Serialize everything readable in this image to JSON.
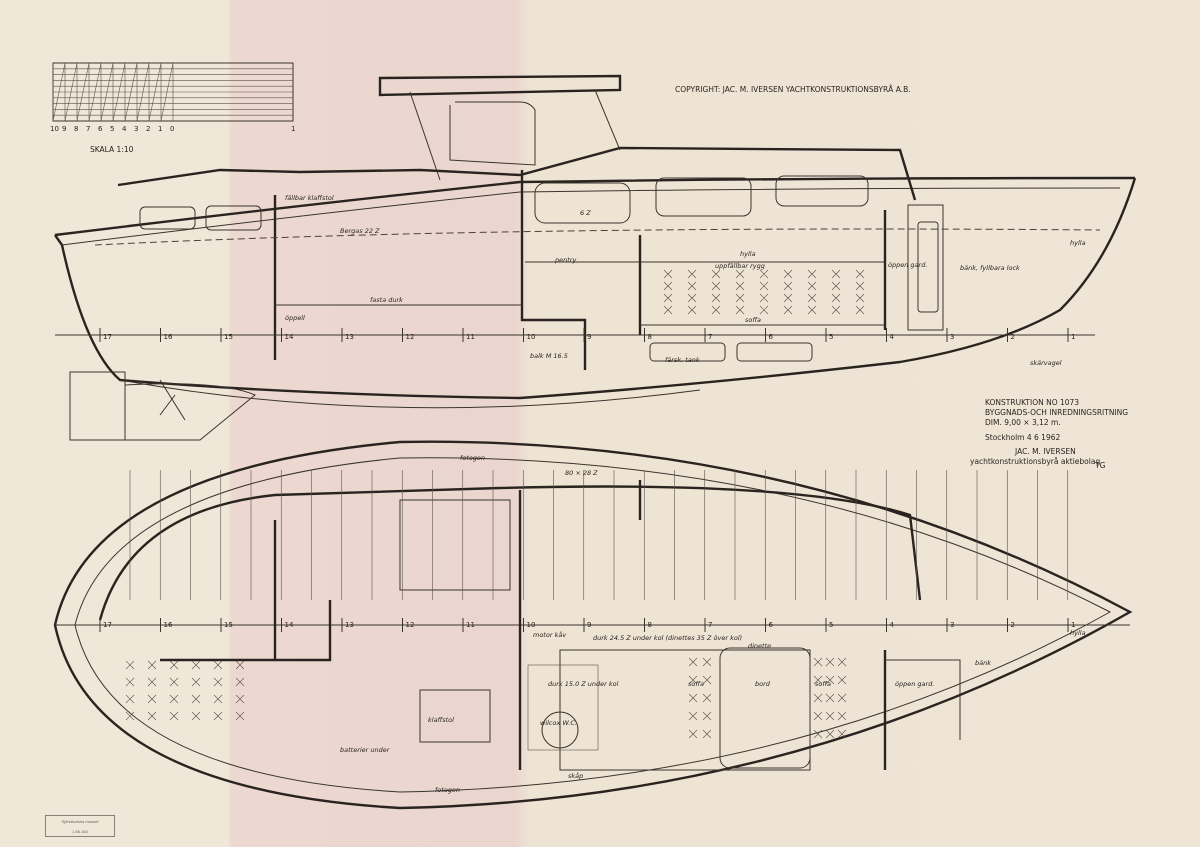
{
  "copyright": "COPYRIGHT: JAC. M. IVERSEN  YACHTKONSTRUKTIONSBYRÅ  A.B.",
  "scale": {
    "ticks": [
      "10",
      "9",
      "8",
      "7",
      "6",
      "5",
      "4",
      "3",
      "2",
      "1",
      "0"
    ],
    "end_tick": "1",
    "label": "SKALA   1:10"
  },
  "title_block": {
    "line1": "KONSTRUKTION NO  1073",
    "line2": "BYGGNADS-OCH  INREDNINGSRITNING",
    "line3": "DIM.  9,00 × 3,12  m.",
    "place_date": "Stockholm  4 6 1962",
    "firm": "JAC. M. IVERSEN",
    "firm_sub": "yachtkonstruktionsbyrå  aktiebolag",
    "initials": "TG"
  },
  "stamp": {
    "line1": "Sjöhistoriska museet",
    "line2": "1.56.163"
  },
  "profile_labels": {
    "pentry": "pentry",
    "hylla": "hylla",
    "uppfallbar_rygg": "uppfällbar rygg",
    "soffa": "soffa",
    "farsk_tank": "färsk. tank",
    "oppen_garderob": "öppen gard.",
    "bank": "bänk, fyllbara lock",
    "bergas": "Bergas 22 Z",
    "fallbar": "fällbar klaffstol",
    "balk": "balk M 16.5",
    "skarvagel": "skärvagel",
    "hylla_akter": "hylla",
    "fast_deck": "fasta durk",
    "oppell": "öppell",
    "six_z": "6 Z"
  },
  "station_numbers": [
    "17",
    "16",
    "15",
    "14",
    "13",
    "12",
    "11",
    "10",
    "9",
    "8",
    "7",
    "6",
    "5",
    "4",
    "3",
    "2",
    "1"
  ],
  "plan_labels": {
    "durk_main": "durk 24.5 Z under kol (dinettes 35 Z över kol)",
    "dinette": "dinette",
    "motor": "motor kåv",
    "durk_wc": "durk 15.0 Z under kol",
    "soffa_l": "soffa",
    "bord": "bord",
    "soffa_r": "soffa",
    "oppen_gard": "öppen gard.",
    "bank": "bänk",
    "hylla": "hylla",
    "skap": "skåp",
    "fotogen": "fotogen",
    "fotogen_top": "fotogen",
    "klaffstol": "klaffstol",
    "batterier": "batterier under",
    "wc": "wilcox W.C.",
    "dimension": "80 × 28 Z"
  }
}
